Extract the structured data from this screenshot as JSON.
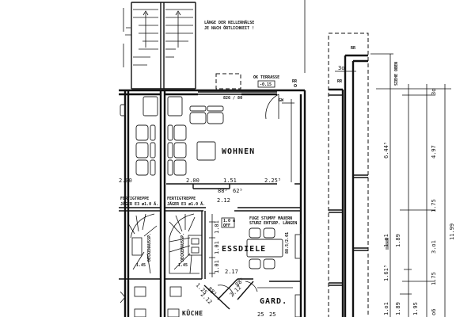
{
  "plan": {
    "note_line1": "LÄNGE DER KELLERHÄLSE",
    "note_line2": "JE NACH ÖRTLICHKEIT !",
    "terrace_label": "OK TERRASSE",
    "terrace_level": "-0.15",
    "rr": "RR",
    "window_spec": "826 / 80",
    "gw": "GW",
    "rooms": {
      "living": "WOHNEN",
      "dining": "ESSDIELE",
      "wardrobe": "GARD.",
      "kitchen": "KÜCHE"
    },
    "stairs": {
      "line1": "FERTIGTREPPE",
      "line2": "JÄGER E3 ø1.0 Ä.",
      "ceiling_opening": "DECKENAUSSP.",
      "width": "1.45"
    },
    "notes": {
      "joint_line1": "FUGE STUMPF MAUERN",
      "joint_line2": "STURZ ENTSRP. LÄNGEN",
      "box_line1": "1.0 m",
      "box_line2": "OFF"
    },
    "dims_plan": [
      "2.00",
      "2.00",
      "1.51",
      "2.25⁵",
      "88⁵",
      "62⁵",
      "2.12",
      "2.17",
      "88⁵",
      "2.12",
      "1.25",
      "88⁵",
      "2.12",
      "1.01",
      "1.01",
      "1.01",
      "25",
      "25"
    ],
    "door_spec": "88.5/2.01",
    "dims_section": {
      "top": "3o",
      "see_above": "SIEHE OBEN",
      "d1": "3o",
      "d2": "6.44⁵",
      "d3": "4.97",
      "d4": "1.75",
      "d5": "11.99",
      "d6": "1.o1",
      "d7": "1.89",
      "d8": "1.61⁵",
      "d9": "3.o1",
      "d10": "1.75",
      "d11": "1.o1",
      "d12": "1.89",
      "d13": "1.95",
      "d14": "o6"
    }
  }
}
